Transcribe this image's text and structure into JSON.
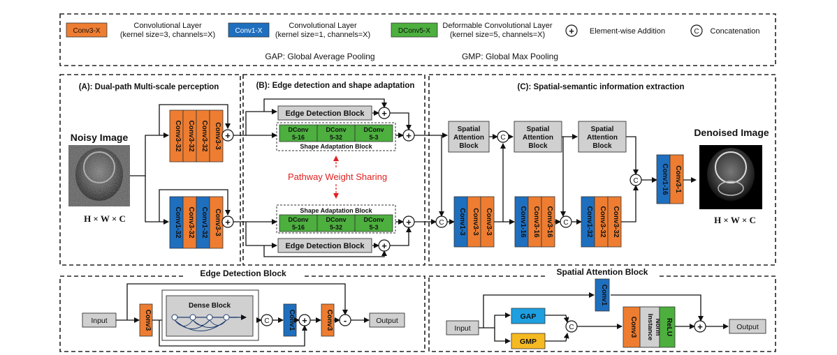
{
  "legend": {
    "conv3_tag": "Conv3-X",
    "conv3_desc1": "Convolutional Layer",
    "conv3_desc2": "(kernel size=3, channels=X)",
    "conv1_tag": "Conv1-X",
    "conv1_desc1": "Convolutional Layer",
    "conv1_desc2": "(kernel size=1, channels=X)",
    "dconv_tag": "DConv5-X",
    "dconv_desc1": "Deformable Convolutional Layer",
    "dconv_desc2": "(kernel size=5, channels=X)",
    "add_label": "Element-wise Addition",
    "concat_label": "Concatenation",
    "gap_label": "GAP: Global Average Pooling",
    "gmp_label": "GMP: Global Max Pooling"
  },
  "panel_a": {
    "title": "(A): Dual-path Multi-scale perception",
    "input_title": "Noisy Image",
    "dims": "H × W × C",
    "top_stack": [
      "Conv3-32",
      "Conv3-32",
      "Conv3-32",
      "Conv3-3"
    ],
    "bottom_stack": [
      "Conv1-32",
      "Conv3-32",
      "Conv1-32",
      "Conv3-3"
    ]
  },
  "panel_b": {
    "title": "(B): Edge detection and shape adaptation",
    "edge_block": "Edge Detection Block",
    "shape_block": "Shape Adaptation Block",
    "dconv_top": [
      [
        "DConv",
        "5-16"
      ],
      [
        "DConv",
        "5-32"
      ],
      [
        "DConv",
        "5-3"
      ]
    ],
    "dconv_bottom": [
      [
        "DConv",
        "5-16"
      ],
      [
        "DConv",
        "5-32"
      ],
      [
        "DConv",
        "5-3"
      ]
    ],
    "sharing": "Pathway Weight Sharing"
  },
  "panel_c": {
    "title": "(C): Spatial-semantic information extraction",
    "attention": [
      "Spatial",
      "Attention",
      "Block"
    ],
    "stack1": [
      "Conv1-3",
      "Conv3-3",
      "Conv3-3"
    ],
    "stack2": [
      "Conv1-16",
      "Conv3-16",
      "Conv3-16"
    ],
    "stack3": [
      "Conv1-32",
      "Conv3-32",
      "Conv3-32"
    ],
    "final_stack": [
      "Conv1-16",
      "Conv3-1"
    ],
    "output_title": "Denoised Image",
    "dims": "H × W × C"
  },
  "edge_detail": {
    "title": "Edge Detection Block",
    "input": "Input",
    "conv3a": "Conv3",
    "dense": "Dense Block",
    "conv1": "Conv1",
    "conv3b": "Conv3",
    "output": "Output"
  },
  "attention_detail": {
    "title": "Spatial Attention Block",
    "input": "Input",
    "conv1": "Conv1",
    "gap": "GAP",
    "gmp": "GMP",
    "conv3": "Conv3",
    "norm1": "Instance",
    "norm2": "Norm",
    "relu": "ReLU",
    "output": "Output"
  },
  "symbols": {
    "add": "+",
    "concat": "C",
    "sub": "-"
  },
  "colors": {
    "conv3": "#ee7d31",
    "conv1": "#1f6fbf",
    "dconv": "#4caf3e",
    "block": "#d0d0d0",
    "gap": "#1e9fe0",
    "gmp": "#f5b922",
    "sharing": "#e02020"
  }
}
